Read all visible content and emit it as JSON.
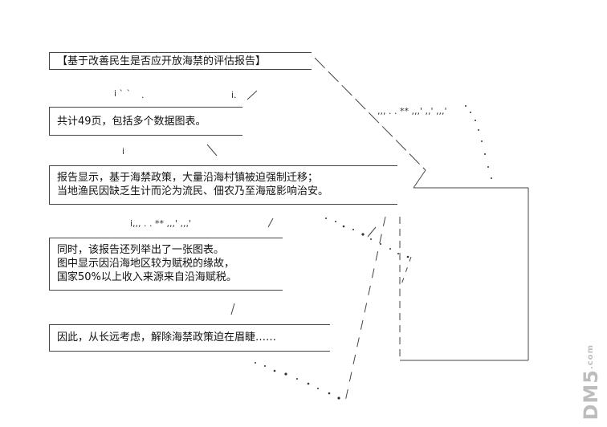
{
  "boxes": [
    {
      "lines": [
        "【基于改善民生是否应开放海禁的评估报告】"
      ]
    },
    {
      "lines": [
        "共计49页，包括多个数据图表。"
      ]
    },
    {
      "lines": [
        "报告显示，基于海禁政策，大量沿海村镇被迫强制迁移；",
        "当地渔民因缺乏生计而沦为流民、佃农乃至海寇影响治安。"
      ]
    },
    {
      "lines": [
        "同时，该报告还列举出了一张图表。",
        "图中显示因沿海地区较为赋税的缘故，",
        "国家50%以上收入来源来自沿海赋税。"
      ]
    },
    {
      "lines": [
        "因此，从长远考虑，解除海禁政策迫在眉睫……"
      ]
    }
  ],
  "watermark": {
    "main": "DM5",
    "sub": ".com"
  }
}
